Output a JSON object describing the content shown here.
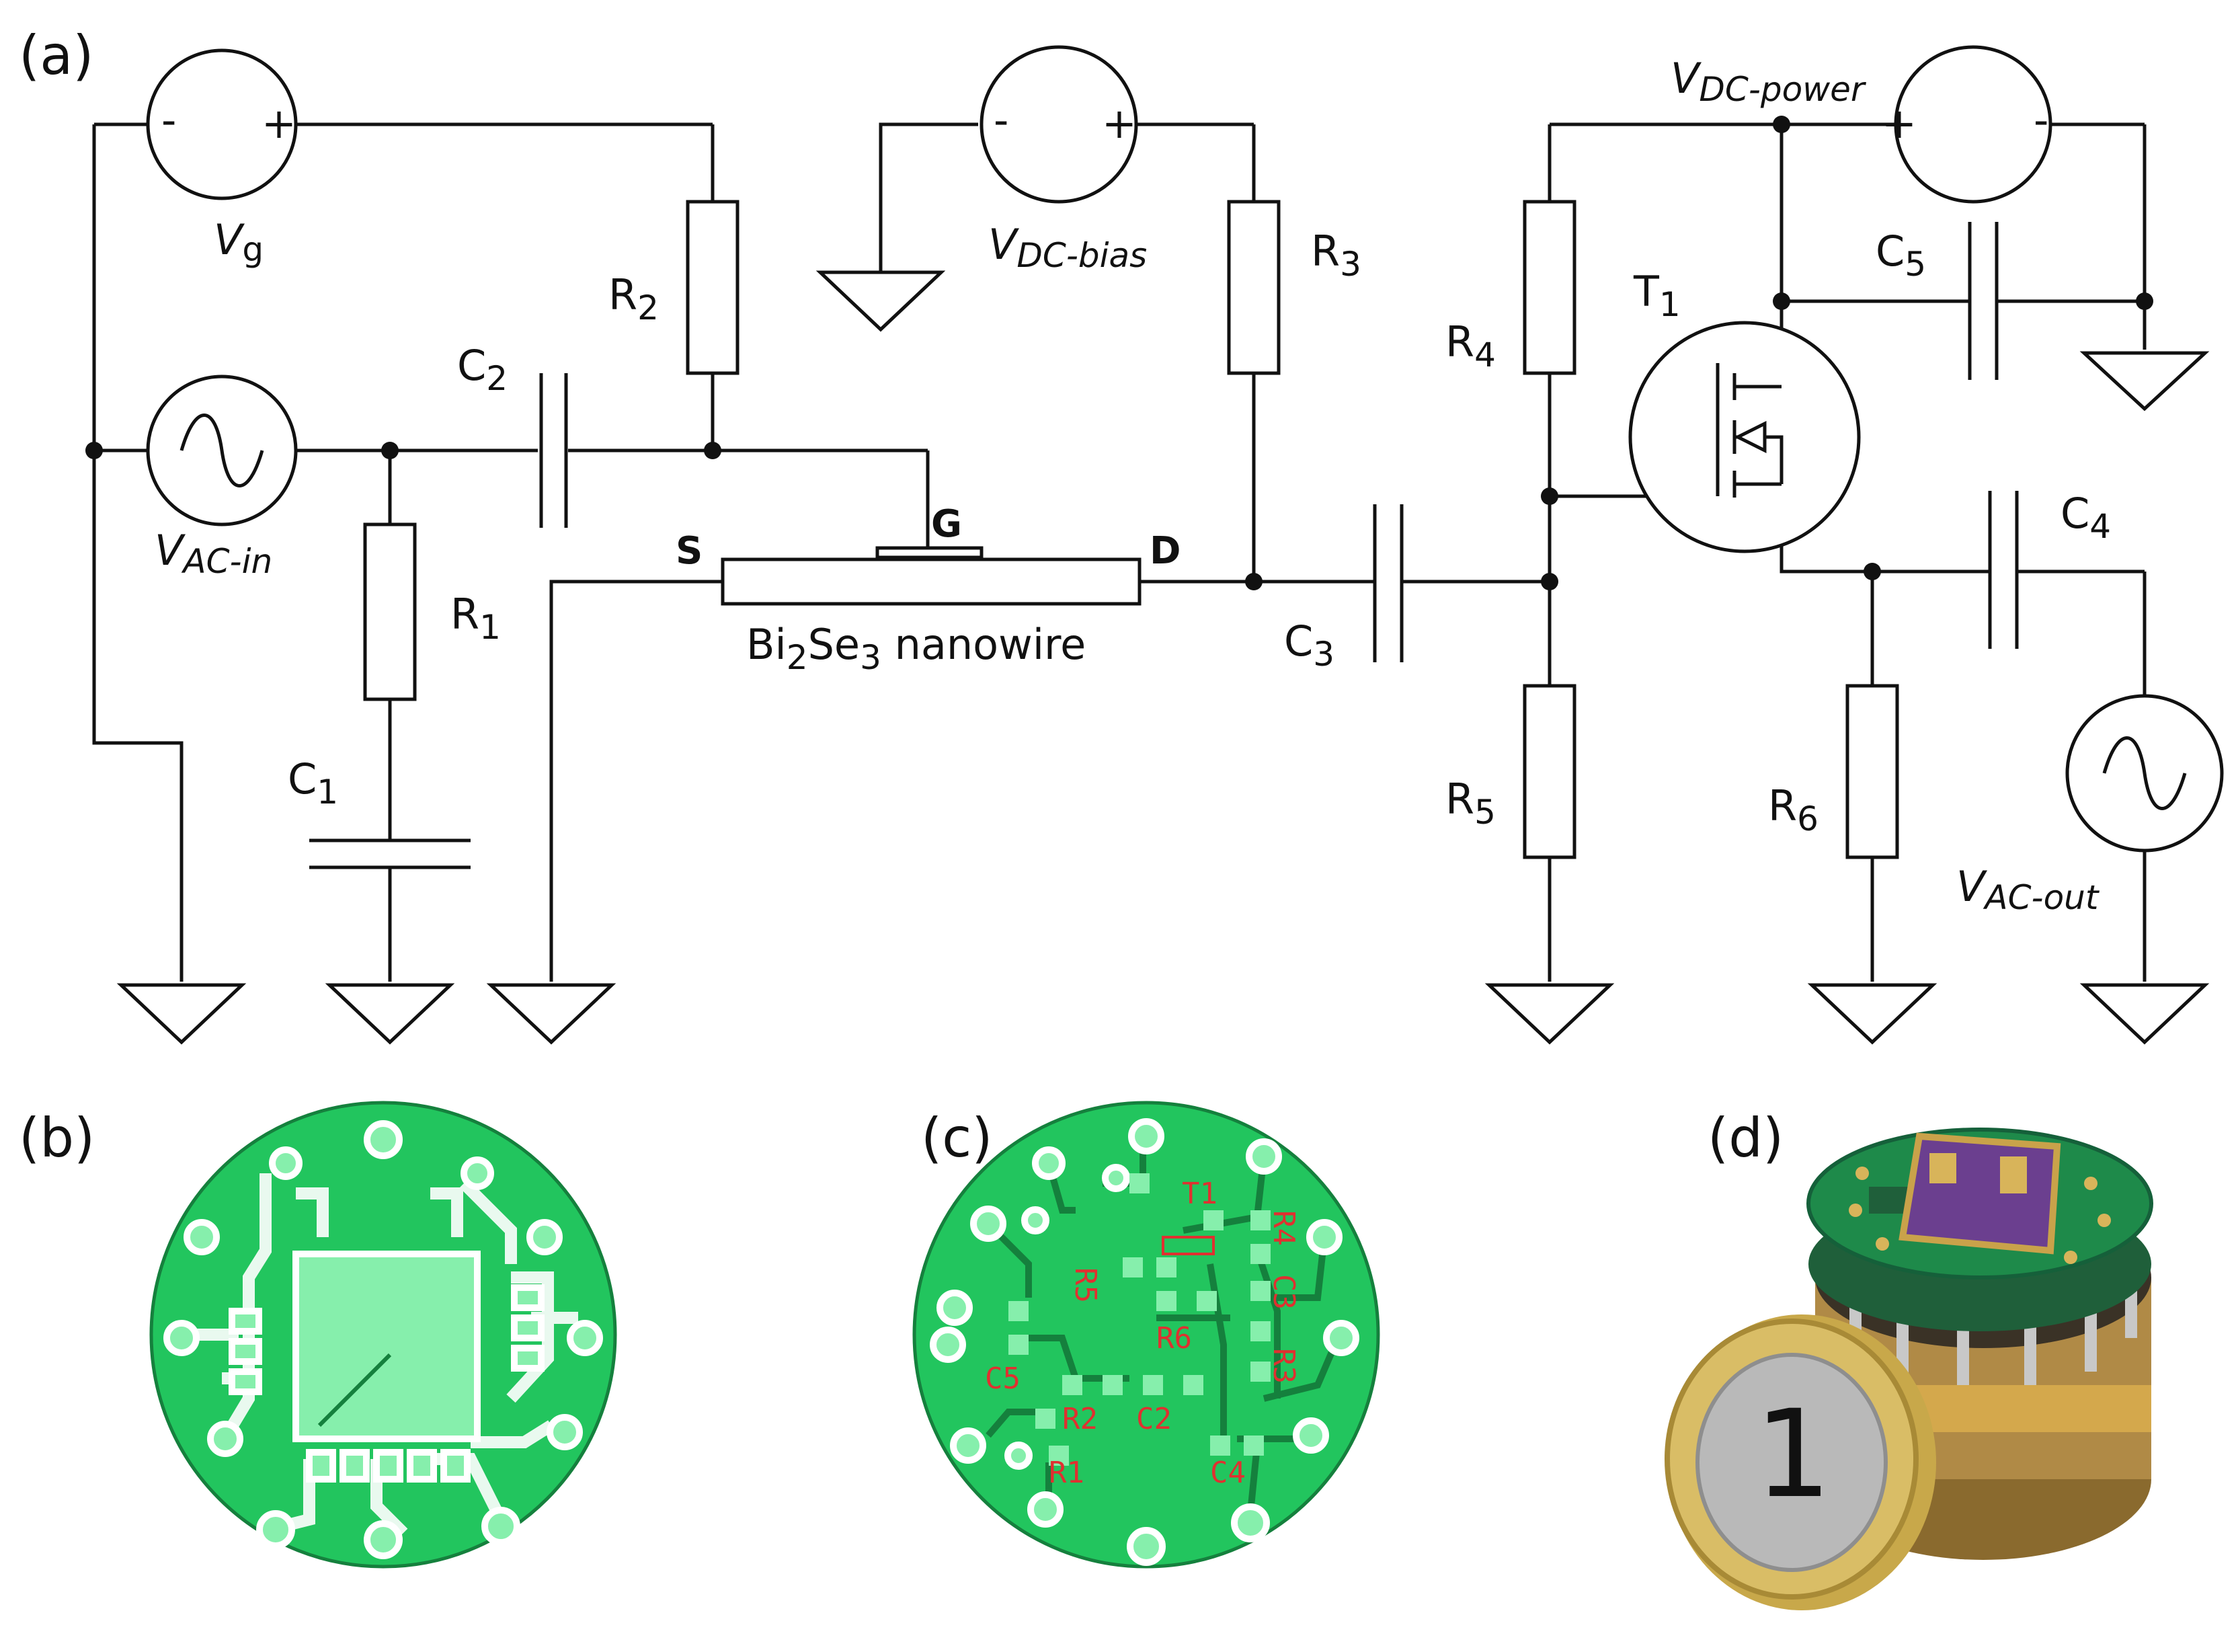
{
  "panels": {
    "a": "(a)",
    "b": "(b)",
    "c": "(c)",
    "d": "(d)"
  },
  "schematic": {
    "sources": {
      "vg": {
        "main": "V",
        "sub": "g"
      },
      "vdc_bias": {
        "main": "V",
        "sub": "DC-bias"
      },
      "vdc_power": {
        "main": "V",
        "sub": "DC-power"
      },
      "vac_in": {
        "main": "V",
        "sub": "AC-in"
      },
      "vac_out": {
        "main": "V",
        "sub": "AC-out"
      }
    },
    "polarity": {
      "minus": "-",
      "plus": "+"
    },
    "resistors": [
      {
        "main": "R",
        "sub": "1"
      },
      {
        "main": "R",
        "sub": "2"
      },
      {
        "main": "R",
        "sub": "3"
      },
      {
        "main": "R",
        "sub": "4"
      },
      {
        "main": "R",
        "sub": "5"
      },
      {
        "main": "R",
        "sub": "6"
      }
    ],
    "capacitors": [
      {
        "main": "C",
        "sub": "1"
      },
      {
        "main": "C",
        "sub": "2"
      },
      {
        "main": "C",
        "sub": "3"
      },
      {
        "main": "C",
        "sub": "4"
      },
      {
        "main": "C",
        "sub": "5"
      }
    ],
    "transistor": {
      "main": "T",
      "sub": "1"
    },
    "device_pins": {
      "source": "S",
      "gate": "G",
      "drain": "D"
    },
    "nanowire": {
      "part1": "Bi",
      "sub1": "2",
      "part2": "Se",
      "sub2": "3",
      "part3": " nanowire"
    }
  },
  "pcb_c_labels": [
    "T1",
    "R4",
    "R5",
    "C3",
    "R6",
    "R3",
    "C5",
    "R2",
    "C2",
    "R1",
    "C4"
  ],
  "colors": {
    "pcb_board": "#22c55e",
    "pcb_light": "#86efac",
    "pcb_trace": "#15803d",
    "pcb_label": "#e03030"
  }
}
